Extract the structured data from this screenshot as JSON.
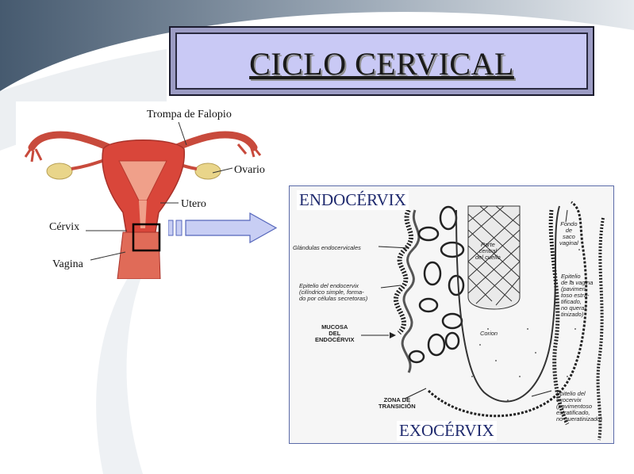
{
  "title": "CICLO CERVICAL",
  "anatomy": {
    "trompa": "Trompa de Falopio",
    "ovario": "Ovario",
    "utero": "Utero",
    "cervix": "Cérvix",
    "vagina": "Vagina"
  },
  "histology": {
    "endocervix": "ENDOCÉRVIX",
    "exocervix": "EXOCÉRVIX",
    "glandulas": "Glándulas endocervicales",
    "parte_central_1": "Parte",
    "parte_central_2": "central",
    "parte_central_3": "del cuello",
    "epitelio_endo_1": "Epitelio  del endocervix",
    "epitelio_endo_2": "(cilíndrico simple, forma-",
    "epitelio_endo_3": "do por células secretoras)",
    "mucosa_1": "MUCOSA",
    "mucosa_2": "DEL",
    "mucosa_3": "ENDOCÉRVIX",
    "corion": "Corion",
    "zona_1": "ZONA DE",
    "zona_2": "TRANSICIÓN",
    "fondo_1": "Fondo",
    "fondo_2": "de",
    "fondo_3": "saco",
    "fondo_4": "vaginal",
    "epi_vag_1": "Epitelio",
    "epi_vag_2": "de la vagina",
    "epi_vag_3": "(pavimen-",
    "epi_vag_4": "toso estra-",
    "epi_vag_5": "tificado,",
    "epi_vag_6": "no quera-",
    "epi_vag_7": "tinizado)",
    "epi_exo_1": "Epitelio del",
    "epi_exo_2": "exocervix",
    "epi_exo_3": "(pavimentoso",
    "epi_exo_4": "estratificado,",
    "epi_exo_5": "no queratinizado)"
  },
  "colors": {
    "title_fill": "#c9c9f5",
    "arrow_fill": "#c8cef4",
    "arrow_stroke": "#5566bb",
    "zone_text": "#1f2a6e",
    "uterus": "#d9463a"
  }
}
